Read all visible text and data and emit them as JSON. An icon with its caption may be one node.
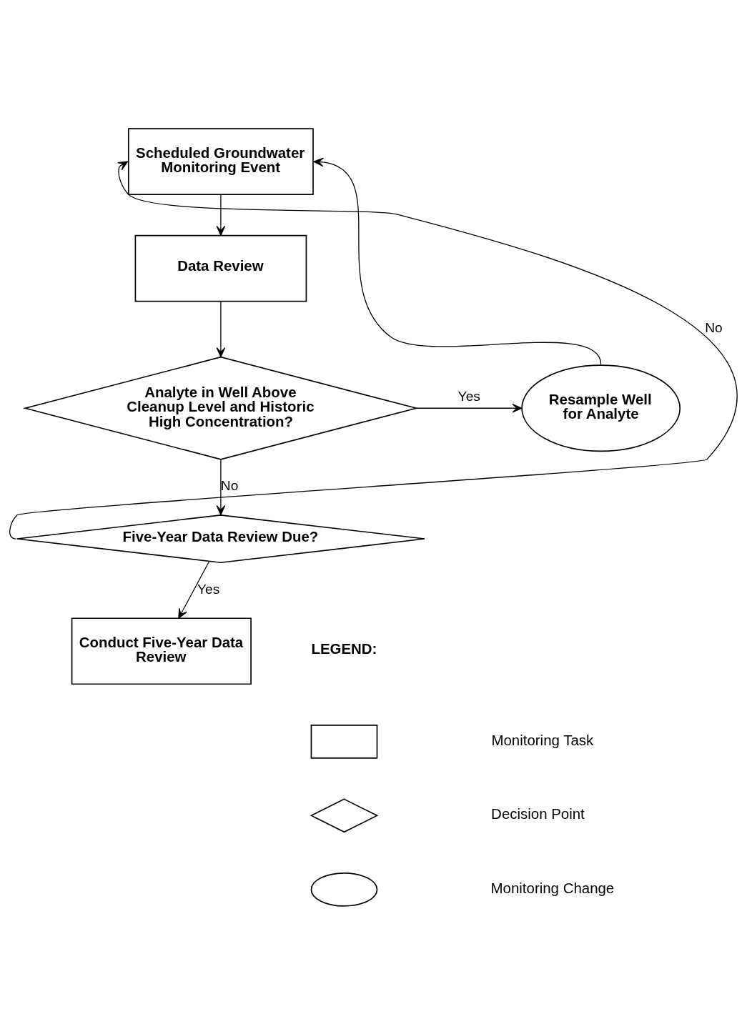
{
  "diagram": {
    "nodes": [
      {
        "text": [
          "Scheduled Groundwater Monitoring Event"
        ]
      },
      {
        "text": [
          "Data Review"
        ]
      },
      {
        "text": [
          "Analyte in Well Above Cleanup Level and Historic High Concentration?"
        ]
      },
      {
        "text": [
          "Resample Well for Analyte"
        ]
      },
      {
        "text": [
          "Five-Year Data Review Due?"
        ]
      },
      {
        "text": [
          "Conduct Five-Year Data Review"
        ]
      },
      {
        "text": [],
        "shape": "box"
      },
      {
        "text": [],
        "shape": "diamond"
      },
      {
        "text": [],
        "shape": "ellipse"
      }
    ],
    "edges": [
      {
        "from": 0,
        "to": 1,
        "arrow": "to"
      },
      {
        "from": 1,
        "to": 2,
        "arrow": "to"
      },
      {
        "from": 2,
        "to": 3,
        "arrow": "to",
        "label": "Yes"
      },
      {
        "from": 3,
        "to": 0,
        "arrow": "to"
      },
      {
        "from": 2,
        "to": 4,
        "arrow": "to",
        "label": "No"
      },
      {
        "from": 4,
        "to": 0,
        "arrow": "to",
        "label": "No"
      },
      {
        "from": 4,
        "to": 5,
        "arrow": "to",
        "label": "Yes"
      }
    ],
    "labels": [
      "LEGEND:"
    ],
    "legend": [
      {
        "text": "Monitoring Task"
      },
      {
        "text": "Decision Point"
      },
      {
        "text": "Monitoring Change"
      }
    ]
  }
}
